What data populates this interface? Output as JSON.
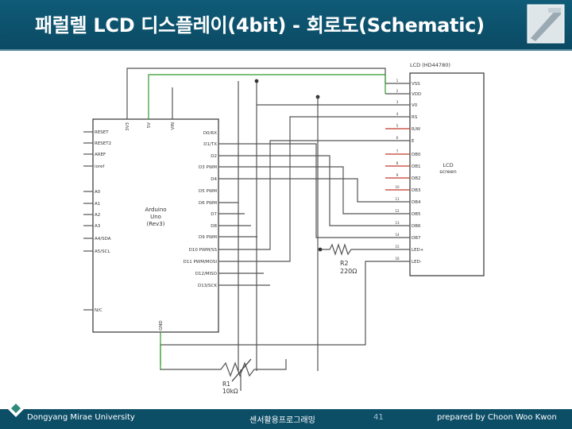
{
  "slide": {
    "title": "패럴렐 LCD 디스플레이(4bit) - 회로도(Schematic)",
    "footer_left": "Dongyang Mirae University",
    "footer_center": "센서활용프로그래밍",
    "page_number": "41",
    "footer_right": "prepared by Choon Woo Kwon"
  },
  "schematic": {
    "arduino": {
      "name_lines": [
        "Arduino",
        "Uno",
        "(Rev3)"
      ],
      "top_pins": [
        "3V3",
        "5V",
        "VIN"
      ],
      "left_pins": [
        "RESET",
        "RESET2",
        "AREF",
        "ioref",
        "A0",
        "A1",
        "A2",
        "A3",
        "A4/SDA",
        "A5/SCL",
        "N/C"
      ],
      "right_pins": [
        "D0/RX",
        "D1/TX",
        "D2",
        "D3 PWM",
        "D4",
        "D5 PWM",
        "D6 PWM",
        "D7",
        "D8",
        "D9 PWM",
        "D10 PWM/SS",
        "D11 PWM/MOSI",
        "D12/MISO",
        "D13/SCK"
      ],
      "bottom_pin": "GND"
    },
    "lcd": {
      "title": "LCD (HD44780)",
      "screen_lines": [
        "LCD",
        "screen"
      ],
      "pins": [
        "VSS",
        "VDD",
        "V0",
        "RS",
        "R/W",
        "E",
        "DB0",
        "DB1",
        "DB2",
        "DB3",
        "DB4",
        "DB5",
        "DB6",
        "DB7",
        "LED+",
        "LED-"
      ],
      "pin_numbers": [
        "1",
        "2",
        "3",
        "4",
        "5",
        "6",
        "7",
        "8",
        "9",
        "10",
        "11",
        "12",
        "13",
        "14",
        "15",
        "16"
      ]
    },
    "r2": {
      "name": "R2",
      "value": "220Ω"
    },
    "r1": {
      "name": "R1",
      "value": "10kΩ"
    },
    "colors": {
      "wire": "#555555",
      "power": "#2f9b2f",
      "unused": "#c0392b",
      "body": "#333333"
    }
  }
}
